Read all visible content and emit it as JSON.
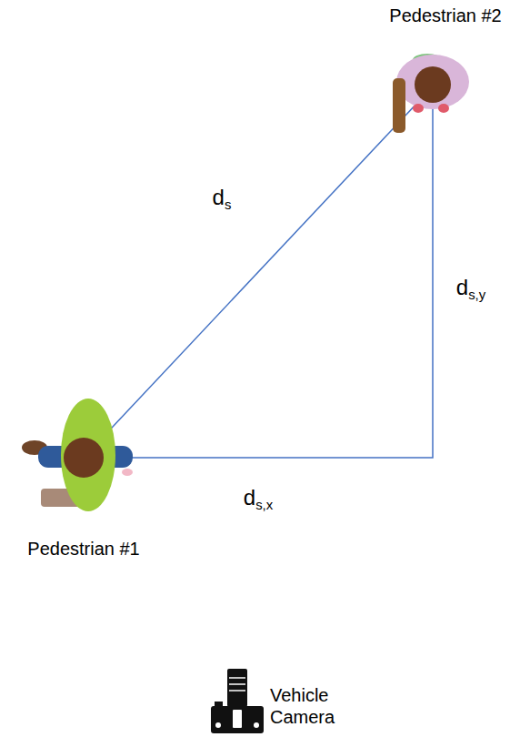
{
  "diagram": {
    "nodes": [
      {
        "text": [
          "Pedestrian #2"
        ]
      },
      {
        "text": [
          "Pedestrian #1"
        ]
      }
    ],
    "edges": [
      {
        "from": 1,
        "to": 0,
        "arrow": "none",
        "label": "ds"
      }
    ],
    "labels": [
      "ds,y",
      "ds,x",
      "Vehicle Camera"
    ]
  }
}
